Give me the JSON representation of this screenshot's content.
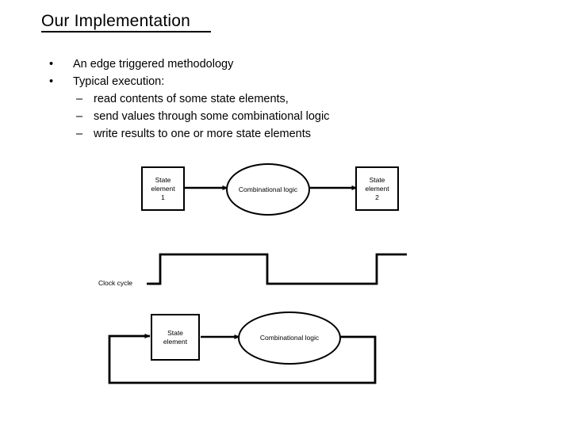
{
  "slide": {
    "title": "Our Implementation"
  },
  "bullets": [
    {
      "level": 1,
      "marker": "•",
      "text": "An edge triggered methodology"
    },
    {
      "level": 1,
      "marker": "•",
      "text": "Typical execution:"
    },
    {
      "level": 2,
      "marker": "–",
      "text": "read contents of some state elements,"
    },
    {
      "level": 2,
      "marker": "–",
      "text": "send values through some combinational logic"
    },
    {
      "level": 2,
      "marker": "–",
      "text": "write results to one or more state elements"
    }
  ],
  "diagram_top": {
    "state_element_1": {
      "line1": "State",
      "line2": "element",
      "line3": "1"
    },
    "combinational_logic": "Combinational logic",
    "state_element_2": {
      "line1": "State",
      "line2": "element",
      "line3": "2"
    }
  },
  "clock": {
    "label": "Clock cycle"
  },
  "diagram_bottom": {
    "state_element": {
      "line1": "State",
      "line2": "element"
    },
    "combinational_logic": "Combinational logic"
  },
  "colors": {
    "ink": "#000000",
    "paper": "#ffffff"
  }
}
